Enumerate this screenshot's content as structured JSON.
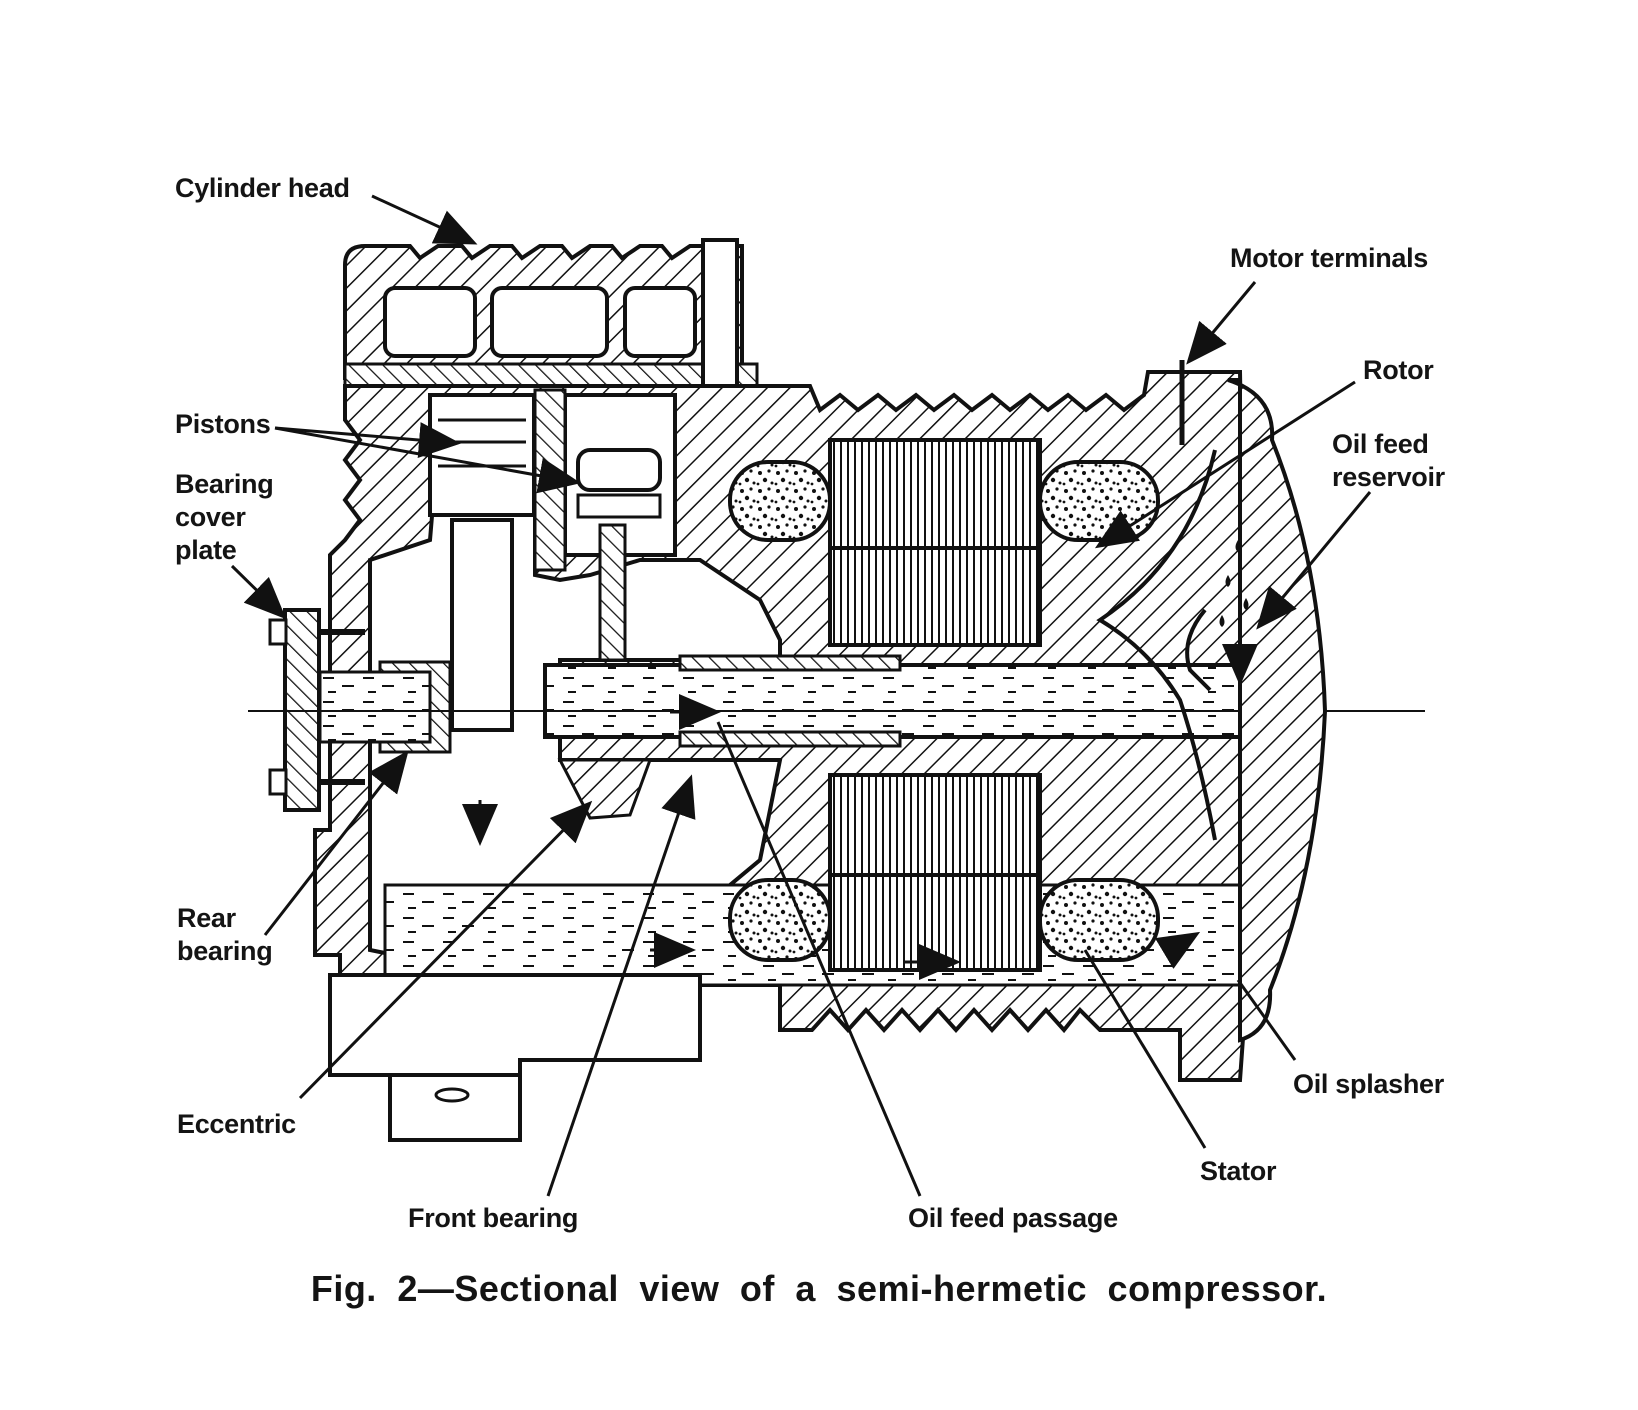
{
  "labels": {
    "cylinder_head": "Cylinder head",
    "motor_terminals": "Motor terminals",
    "pistons": "Pistons",
    "rotor": "Rotor",
    "oil_feed_reservoir": "Oil feed\nreservoir",
    "bearing_cover_plate": "Bearing\ncover\nplate",
    "rear_bearing": "Rear\nbearing",
    "eccentric": "Eccentric",
    "front_bearing": "Front bearing",
    "oil_feed_passage": "Oil feed passage",
    "stator": "Stator",
    "oil_splasher": "Oil splasher"
  },
  "caption": "Fig. 2—Sectional view of a semi-hermetic compressor."
}
